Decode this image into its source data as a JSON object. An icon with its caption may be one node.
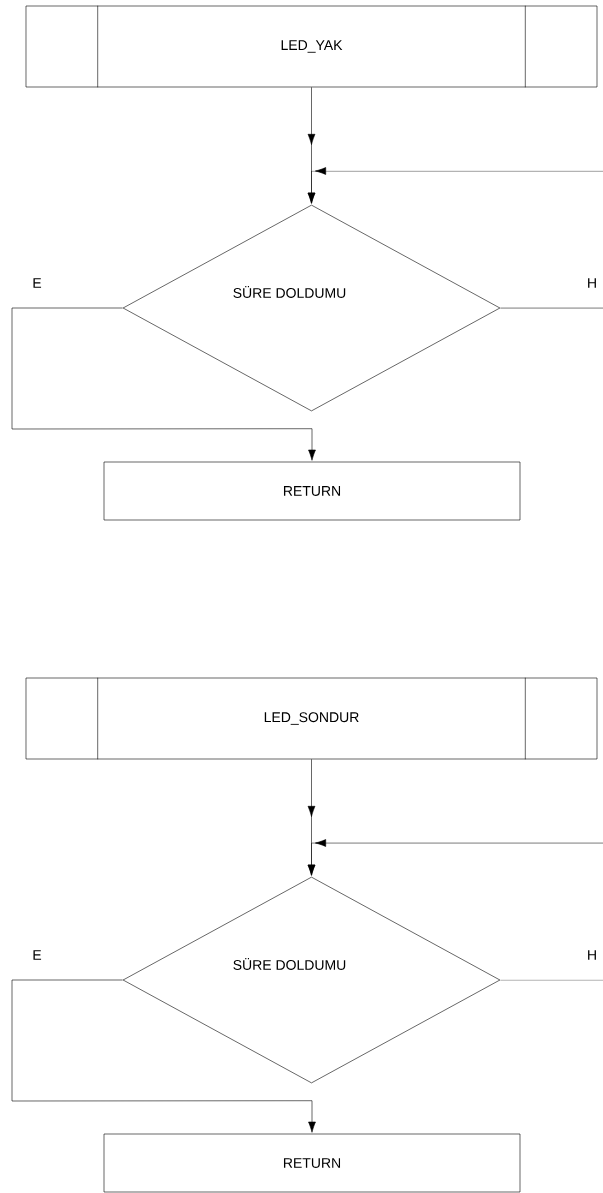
{
  "diagram": {
    "nodes": [
      {
        "text": [
          "LED_YAK"
        ]
      },
      {
        "text": [
          "SÜRE DOLDUMU"
        ]
      },
      {
        "text": [
          "RETURN"
        ]
      },
      {
        "text": [
          "LED_SONDUR"
        ]
      },
      {
        "text": [
          "SÜRE DOLDUMU"
        ]
      },
      {
        "text": [
          "RETURN"
        ]
      }
    ],
    "edges": [
      {
        "from": 0,
        "to": 1,
        "arrow": "to"
      },
      {
        "from": null,
        "to": 1,
        "arrow": "to"
      },
      {
        "from": 1,
        "to": 2,
        "arrow": "to",
        "label": "E"
      },
      {
        "from": 1,
        "to": null,
        "arrow": "none",
        "label": "H"
      },
      {
        "from": 3,
        "to": 4,
        "arrow": "to"
      },
      {
        "from": null,
        "to": 4,
        "arrow": "to"
      },
      {
        "from": 4,
        "to": 5,
        "arrow": "to",
        "label": "E"
      },
      {
        "from": 4,
        "to": null,
        "arrow": "none",
        "label": "H"
      }
    ]
  }
}
